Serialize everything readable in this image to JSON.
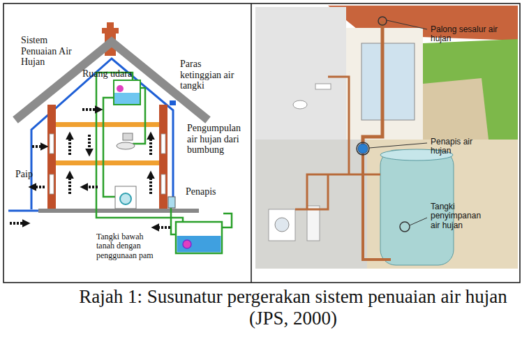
{
  "diagram": {
    "caption": "Rajah 1: Susunatur pergerakan sistem penuaian air hujan (JPS, 2000)",
    "labels": [
      "Sistem Penuaian Air Hujan",
      "Ruang udara",
      "Paras ketinggian air tangki",
      "Pengumpulan air hujan dari bumbung",
      "Paip",
      "Penapis",
      "Tangki bawah tanah dengan penggunaan pam",
      "Palong sesalur air hujan",
      "Penapis air hujan",
      "Tangki penyimpanan air hujan"
    ]
  }
}
